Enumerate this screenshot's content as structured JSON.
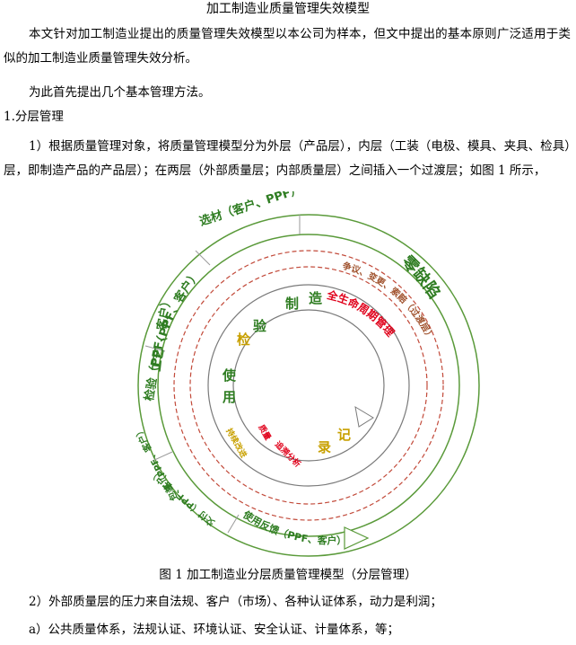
{
  "doc": {
    "title": "加工制造业质量管理失效模型",
    "paragraphs": [
      "本文针对加工制造业提出的质量管理失效模型以本公司为样本，但文中提出的基本原则广泛适用于类似的加工制造业质量管理失效分析。",
      "为此首先提出几个基本管理方法。",
      "1.分层管理",
      "1）根据质量管理对象，将质量管理模型分为外层（产品层），内层（工装（电极、模具、夹具、检具）层，即制造产品的产品层）；在两层（外部质量层；内部质量层）之间插入一个过渡层；如图 1 所示，"
    ],
    "caption": "图 1   加工制造业分层质量管理模型（分层管理）",
    "after": [
      "2）外部质量层的压力来自法规、客户（市场）、各种认证体系，动力是利润；",
      "a）公共质量体系，法规认证、环境认证、安全认证、计量体系，等；"
    ]
  },
  "figure": {
    "colors": {
      "ring": "#5a9a3a",
      "green_text": "#2f7d22",
      "brown_text": "#a0522d",
      "red_text": "#e0001a",
      "gold_text": "#c8a000",
      "dashed": "#c24a3a"
    },
    "labels": {
      "outer_seg_1": "选材（客户、PPF）",
      "outer_seg_2": "工艺（PPF、客户）",
      "outer_seg_3": "检验（PPF、客户）",
      "outer_seg_4": "包装（PPF、客户）",
      "outer_seg_5": "交付（PPF、客户）",
      "outer_seg_6": "使用反馈（PPF、客户）",
      "outer_right": "零缺陷",
      "transition": "争议、变更、索赔（过渡层）",
      "inner_1": "制",
      "inner_2": "造",
      "inner_3": "检",
      "inner_4": "验",
      "inner_5": "使",
      "inner_6": "用",
      "inner_7": "记",
      "inner_8": "录",
      "red_arc": "全生命周期管理",
      "red_small_1": "质量",
      "red_small_2": "追溯分析",
      "gold_small": "持续改进"
    }
  }
}
